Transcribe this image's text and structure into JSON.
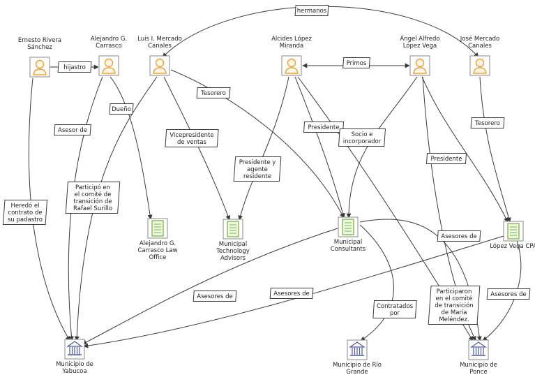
{
  "nodes": [
    {
      "id": "ernesto",
      "kind": "person",
      "label": [
        "Ernesto Rivera",
        "Sánchez"
      ]
    },
    {
      "id": "alejandro",
      "kind": "person",
      "label": [
        "Alejandro G.",
        "Carrasco"
      ]
    },
    {
      "id": "luis",
      "kind": "person",
      "label": [
        "Luis I. Mercado",
        "Canales"
      ]
    },
    {
      "id": "alcides",
      "kind": "person",
      "label": [
        "Alcides López",
        "Miranda"
      ]
    },
    {
      "id": "angel",
      "kind": "person",
      "label": [
        "Ángel Alfredo",
        "López Vega"
      ]
    },
    {
      "id": "jose",
      "kind": "person",
      "label": [
        "José Mercado",
        "Canales"
      ]
    },
    {
      "id": "law_office",
      "kind": "company",
      "label": [
        "Alejandro G.",
        "Carrasco Law",
        "Office"
      ]
    },
    {
      "id": "mta",
      "kind": "company",
      "label": [
        "Municipal",
        "Technology",
        "Advisors"
      ]
    },
    {
      "id": "mc",
      "kind": "company",
      "label": [
        "Municipal",
        "Consultants"
      ]
    },
    {
      "id": "lvcpa",
      "kind": "company",
      "label": [
        "López Vega CPA"
      ]
    },
    {
      "id": "yabucoa",
      "kind": "government",
      "label": [
        "Municipio de",
        "Yabucoa"
      ]
    },
    {
      "id": "riogrande",
      "kind": "government",
      "label": [
        "Municipio de Río",
        "Grande"
      ]
    },
    {
      "id": "ponce",
      "kind": "government",
      "label": [
        "Municipio de",
        "Ponce"
      ]
    }
  ],
  "edges": [
    {
      "from": "luis",
      "to": "jose",
      "label": [
        "hermanos"
      ],
      "bidirectional": true
    },
    {
      "from": "ernesto",
      "to": "alejandro",
      "label": [
        "hijastro"
      ],
      "bidirectional": false
    },
    {
      "from": "alcides",
      "to": "angel",
      "label": [
        "Primos"
      ],
      "bidirectional": true
    },
    {
      "from": "ernesto",
      "to": "yabucoa",
      "label": [
        "Heredó el",
        "contrato de",
        "su padastro"
      ],
      "bidirectional": false
    },
    {
      "from": "alejandro",
      "to": "yabucoa",
      "label": [
        "Asesor de"
      ],
      "bidirectional": false
    },
    {
      "from": "alejandro",
      "to": "law_office",
      "label": [
        "Dueño"
      ],
      "bidirectional": false
    },
    {
      "from": "luis",
      "to": "yabucoa",
      "label": [
        "Participó en",
        "el comité de",
        "transición de",
        "Rafael Surillo"
      ],
      "bidirectional": false
    },
    {
      "from": "luis",
      "to": "mta",
      "label": [
        "Vicepresidente",
        "de ventas"
      ],
      "bidirectional": false
    },
    {
      "from": "luis",
      "to": "mc",
      "label": [
        "Tesorero"
      ],
      "bidirectional": false
    },
    {
      "from": "alcides",
      "to": "mta",
      "label": [
        "Presidente y",
        "agente",
        "residente"
      ],
      "bidirectional": false
    },
    {
      "from": "alcides",
      "to": "mc",
      "label": [
        "Presidente"
      ],
      "bidirectional": false
    },
    {
      "from": "alcides",
      "to": "ponce",
      "label": [
        "Participaron",
        "en el comité",
        "de transición",
        "de María",
        "Meléndez."
      ],
      "bidirectional": false
    },
    {
      "from": "angel",
      "to": "mc",
      "label": [
        "Socio e",
        "incorporador"
      ],
      "bidirectional": false
    },
    {
      "from": "angel",
      "to": "lvcpa",
      "label": [
        "Presidente"
      ],
      "bidirectional": false
    },
    {
      "from": "angel",
      "to": "ponce",
      "label": [],
      "bidirectional": false
    },
    {
      "from": "jose",
      "to": "lvcpa",
      "label": [
        "Tesorero"
      ],
      "bidirectional": false
    },
    {
      "from": "mc",
      "to": "yabucoa",
      "label": [
        "Asesores de"
      ],
      "bidirectional": false
    },
    {
      "from": "mc",
      "to": "riogrande",
      "label": [
        "Contratados",
        "por"
      ],
      "bidirectional": false
    },
    {
      "from": "mc",
      "to": "ponce",
      "label": [
        "Asesores de"
      ],
      "bidirectional": false
    },
    {
      "from": "lvcpa",
      "to": "yabucoa",
      "label": [
        "Asesores de"
      ],
      "bidirectional": false
    },
    {
      "from": "lvcpa",
      "to": "ponce",
      "label": [
        "Asesores de"
      ],
      "bidirectional": false
    }
  ],
  "colors": {
    "person": "#f0a030",
    "company": "#7cb342",
    "government": "#4a5a9a",
    "edge": "#3a3a3a"
  }
}
